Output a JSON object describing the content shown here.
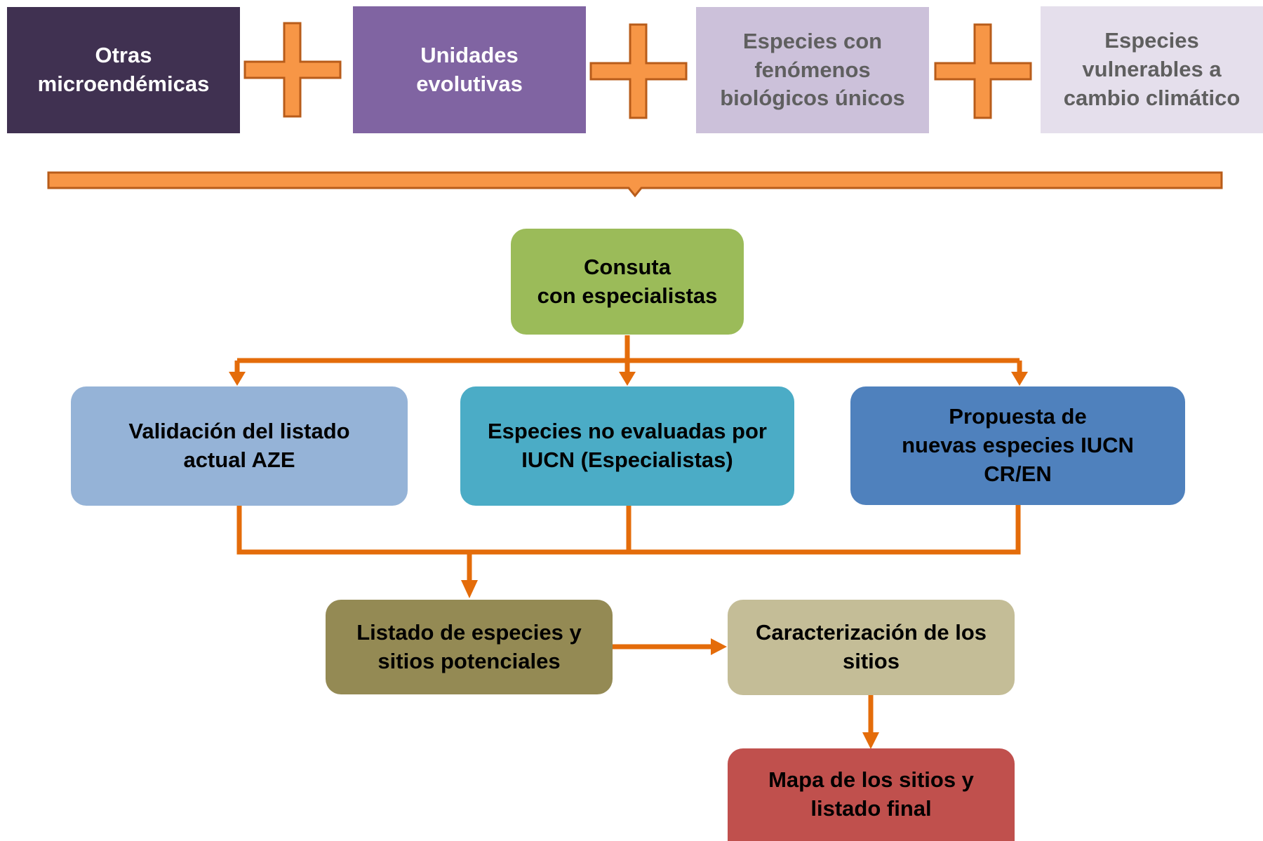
{
  "top_row": [
    {
      "label": "Otras\nmicroendémicas",
      "color": "#403151",
      "text_color": "#ffffff"
    },
    {
      "label": "Unidades\nevolutivas",
      "color": "#8064a2",
      "text_color": "#ffffff"
    },
    {
      "label": "Especies con\nfenómenos\nbiológicos únicos",
      "color": "#ccc1da",
      "text_color": "#5f5f5f"
    },
    {
      "label": "Especies\nvulnerables a\ncambio climático",
      "color": "#e5dfec",
      "text_color": "#5f5f5f"
    }
  ],
  "connector_color": "#f79646",
  "connector_border": "#b85c1a",
  "arrow_color": "#e46c0a",
  "nodes": {
    "consulta": {
      "label": "Consuta\ncon especialistas",
      "color": "#9bbb59",
      "text_color": "#000000"
    },
    "validacion": {
      "label": "Validación del listado\nactual AZE",
      "color": "#95b3d7",
      "text_color": "#000000"
    },
    "no_evaluadas": {
      "label": "Especies no evaluadas por\nIUCN (Especialistas)",
      "color": "#4bacc6",
      "text_color": "#000000"
    },
    "propuesta": {
      "label": "Propuesta de\nnuevas especies IUCN\nCR/EN",
      "color": "#4f81bd",
      "text_color": "#000000"
    },
    "listado": {
      "label": "Listado de especies y\nsitios potenciales",
      "color": "#948a54",
      "text_color": "#000000"
    },
    "caracterizacion": {
      "label": "Caracterización de los\nsitios",
      "color": "#c4bd97",
      "text_color": "#000000"
    },
    "mapa": {
      "label": "Mapa de los sitios y\nlistado final",
      "color": "#c0504d",
      "text_color": "#000000"
    }
  }
}
